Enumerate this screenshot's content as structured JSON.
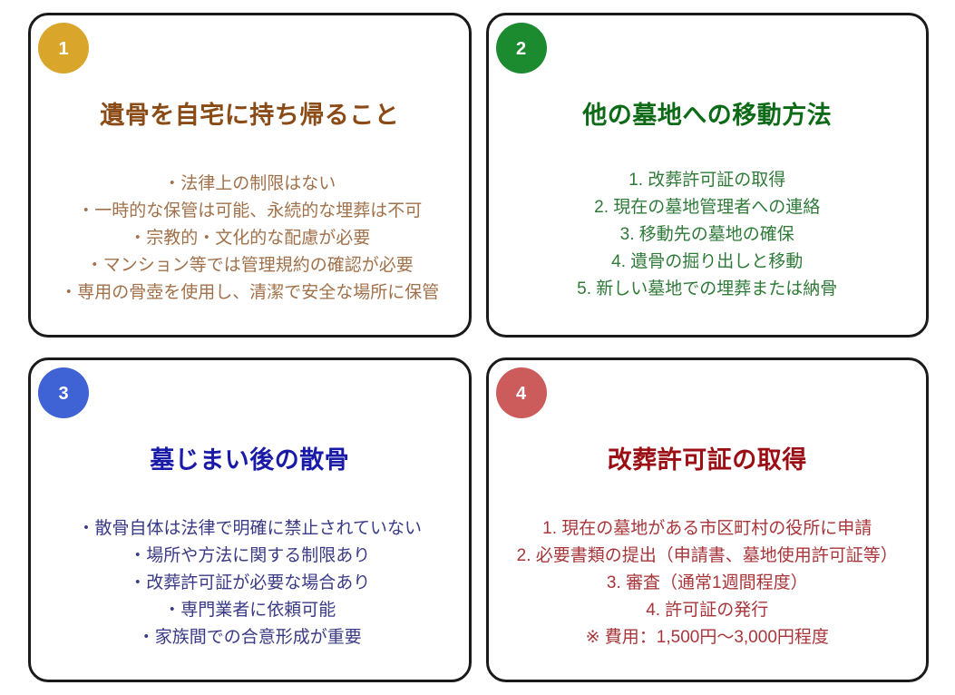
{
  "cards": [
    {
      "number": "1",
      "badge_color": "#d9a52a",
      "title": "遺骨を自宅に持ち帰ること",
      "title_color": "#8a4b17",
      "body_color": "#a0714a",
      "lines": [
        "・法律上の制限はない",
        "・一時的な保管は可能、永続的な埋葬は不可",
        "・宗教的・文化的な配慮が必要",
        "・マンション等では管理規約の確認が必要",
        "・専用の骨壺を使用し、清潔で安全な場所に保管"
      ]
    },
    {
      "number": "2",
      "badge_color": "#1c8a2e",
      "title": "他の墓地への移動方法",
      "title_color": "#0d6a16",
      "body_color": "#2f7a38",
      "lines": [
        "1. 改葬許可証の取得",
        "2. 現在の墓地管理者への連絡",
        "3. 移動先の墓地の確保",
        "4. 遺骨の掘り出しと移動",
        "5. 新しい墓地での埋葬または納骨"
      ]
    },
    {
      "number": "3",
      "badge_color": "#3f62d4",
      "title": "墓じまい後の散骨",
      "title_color": "#1a1aa8",
      "body_color": "#3a3a86",
      "lines": [
        "・散骨自体は法律で明確に禁止されていない",
        "・場所や方法に関する制限あり",
        "・改葬許可証が必要な場合あり",
        "・専門業者に依頼可能",
        "・家族間での合意形成が重要"
      ]
    },
    {
      "number": "4",
      "badge_color": "#cc5b5b",
      "title": "改葬許可証の取得",
      "title_color": "#9b0f14",
      "body_color": "#a8353a",
      "lines": [
        "1. 現在の墓地がある市区町村の役所に申請",
        "2. 必要書類の提出（申請書、墓地使用許可証等）",
        "3. 審査（通常1週間程度）",
        "4. 許可証の発行",
        "※ 費用：1,500円〜3,000円程度"
      ]
    }
  ]
}
